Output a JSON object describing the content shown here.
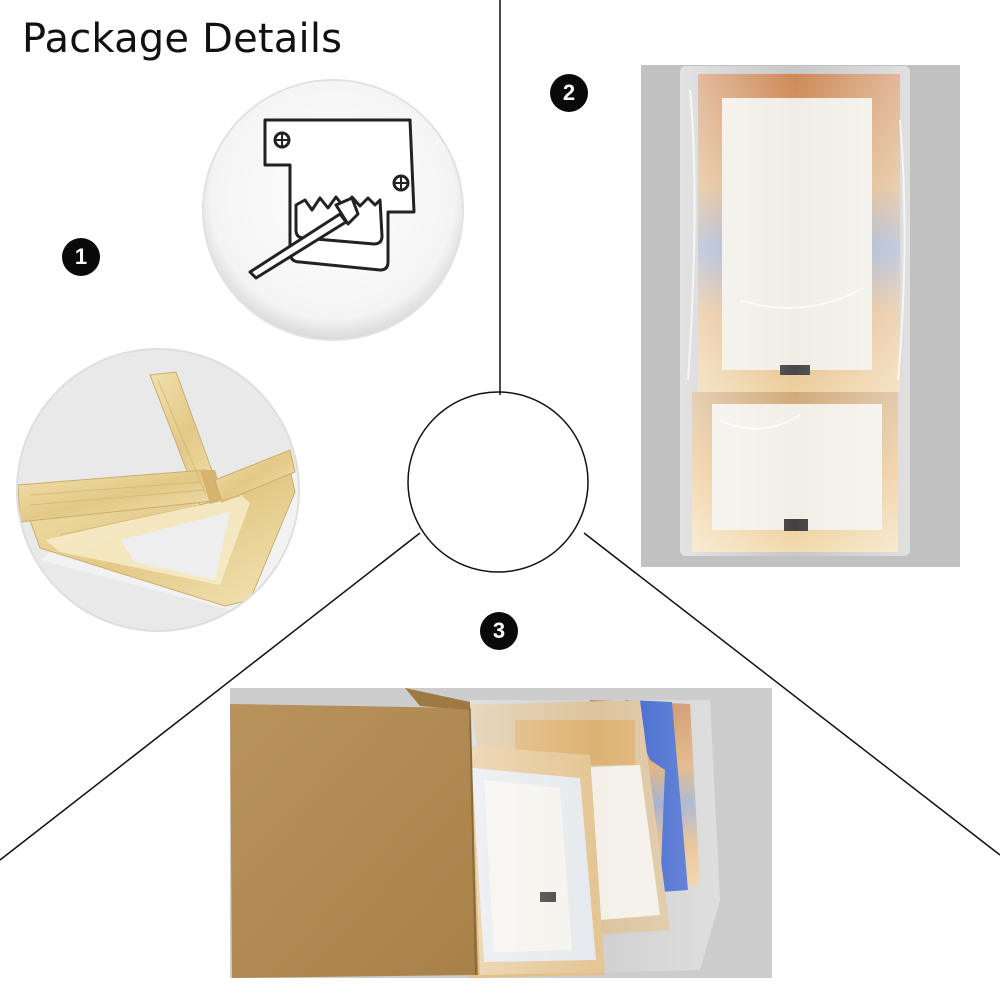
{
  "title": "Package Details",
  "steps": [
    {
      "number": "1",
      "content": "sawtooth-hanger-and-wooden-frame-bars"
    },
    {
      "number": "2",
      "content": "framed-canvas-panels-in-plastic-bags"
    },
    {
      "number": "3",
      "content": "panels-packed-in-cardboard-envelope"
    }
  ],
  "colors": {
    "background": "#ffffff",
    "lines": "#111111",
    "badge": "#0a0a0a",
    "pine_wood": "#e8d49c",
    "cardboard": "#b59058",
    "canvas_blue": "#2a55c8",
    "canvas_orange": "#d88a3a"
  }
}
